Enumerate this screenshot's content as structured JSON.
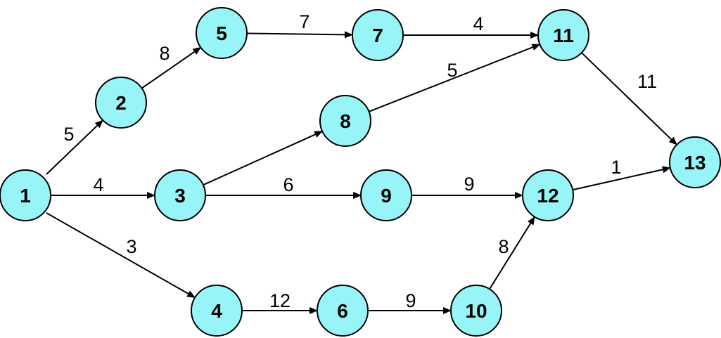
{
  "colors": {
    "node_fill": "#98f5f7",
    "stroke": "#000000",
    "text": "#000000"
  },
  "nodes": [
    {
      "id": "1",
      "label": "1"
    },
    {
      "id": "2",
      "label": "2"
    },
    {
      "id": "3",
      "label": "3"
    },
    {
      "id": "4",
      "label": "4"
    },
    {
      "id": "5",
      "label": "5"
    },
    {
      "id": "6",
      "label": "6"
    },
    {
      "id": "7",
      "label": "7"
    },
    {
      "id": "8",
      "label": "8"
    },
    {
      "id": "9",
      "label": "9"
    },
    {
      "id": "10",
      "label": "10"
    },
    {
      "id": "11",
      "label": "11"
    },
    {
      "id": "12",
      "label": "12"
    },
    {
      "id": "13",
      "label": "13"
    }
  ],
  "edges": [
    {
      "from": "1",
      "to": "2",
      "weight": "5"
    },
    {
      "from": "1",
      "to": "3",
      "weight": "4"
    },
    {
      "from": "1",
      "to": "4",
      "weight": "3"
    },
    {
      "from": "2",
      "to": "5",
      "weight": "8"
    },
    {
      "from": "3",
      "to": "8",
      "weight": ""
    },
    {
      "from": "3",
      "to": "9",
      "weight": "6"
    },
    {
      "from": "4",
      "to": "6",
      "weight": "12"
    },
    {
      "from": "5",
      "to": "7",
      "weight": "7"
    },
    {
      "from": "7",
      "to": "11",
      "weight": "4"
    },
    {
      "from": "8",
      "to": "11",
      "weight": "5"
    },
    {
      "from": "9",
      "to": "12",
      "weight": "9"
    },
    {
      "from": "6",
      "to": "10",
      "weight": "9"
    },
    {
      "from": "10",
      "to": "12",
      "weight": "8"
    },
    {
      "from": "11",
      "to": "13",
      "weight": "11"
    },
    {
      "from": "12",
      "to": "13",
      "weight": "1"
    }
  ]
}
